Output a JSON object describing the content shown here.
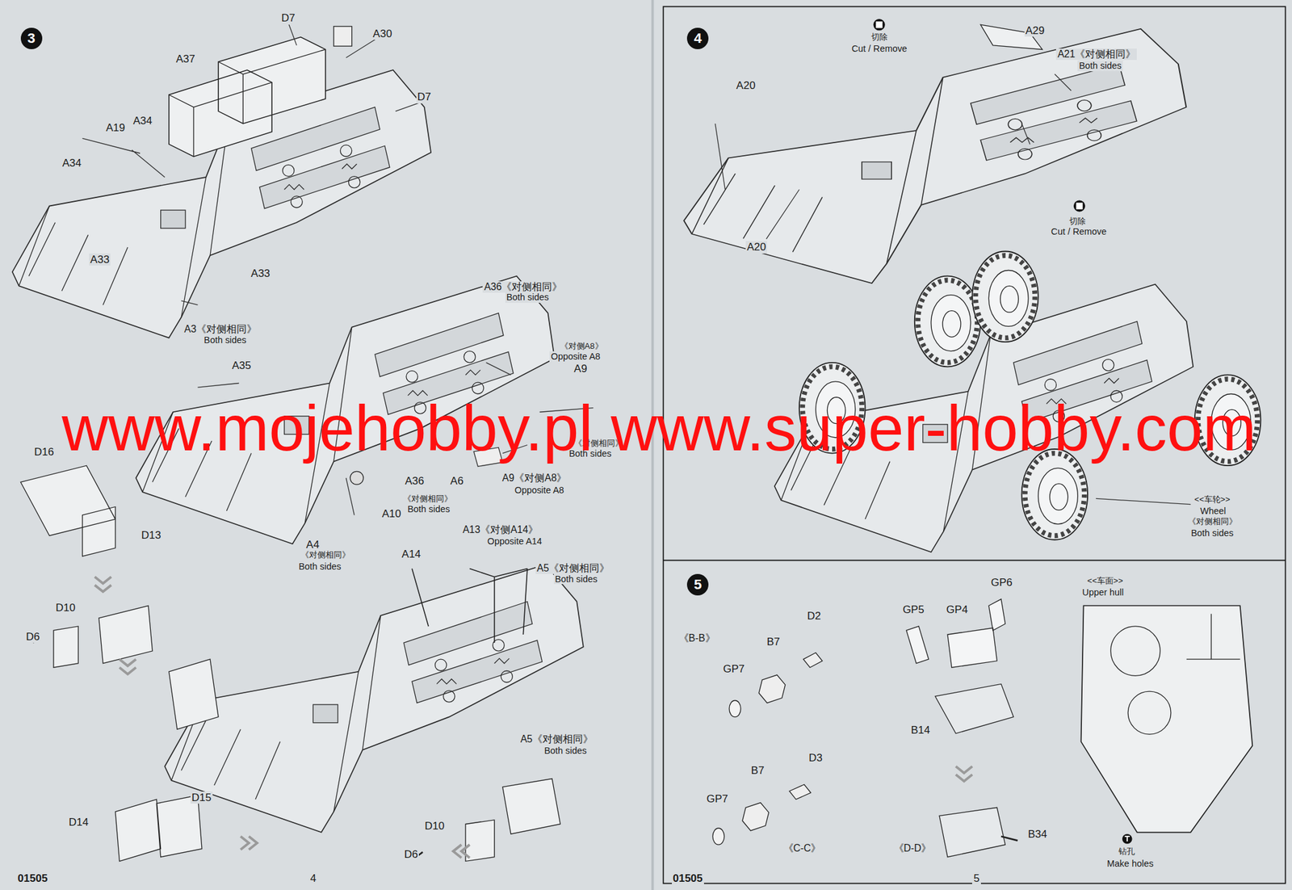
{
  "diagram": {
    "nodes": [
      {
        "text": [
          "3"
        ]
      },
      {
        "text": [
          "4"
        ]
      },
      {
        "text": [
          "5"
        ]
      }
    ],
    "labels": [
      "D7",
      "A30",
      "A37",
      "D7",
      "A19",
      "A34",
      "A34",
      "A33",
      "A33",
      "A3《对侧相同》",
      "Both sides",
      "A36《对侧相同》",
      "Both sides",
      "《对侧A8》",
      "Opposite A8",
      "A9",
      "A35",
      "《对侧相同》",
      "Both sides",
      "D16",
      "D13",
      "A36",
      "A6",
      "A9《对侧A8》",
      "Opposite A8",
      "《对侧相同》",
      "Both sides",
      "A10",
      "A4",
      "《对侧相同》",
      "Both sides",
      "A13《对侧A14》",
      "Opposite A14",
      "A14",
      "A5《对侧相同》",
      "Both sides",
      "D10",
      "D6",
      "A5《对侧相同》",
      "Both sides",
      "D15",
      "D14",
      "D10",
      "D6",
      "01505",
      "4",
      "切除",
      "Cut / Remove",
      "A29",
      "A21《对侧相同》",
      "Both sides",
      "A20",
      "A20",
      "切除",
      "Cut / Remove",
      "<<车轮>>",
      "Wheel",
      "《对侧相同》",
      "Both sides",
      "《B-B》",
      "D2",
      "B7",
      "GP7",
      "GP5",
      "GP4",
      "GP6",
      "B14",
      "<<车面>>",
      "Upper hull",
      "D3",
      "B7",
      "GP7",
      "《C-C》",
      "《D-D》",
      "B34",
      "钻孔",
      "Make holes",
      "01505",
      "5",
      "www.mojehobby.pl www.super-hobby.com"
    ]
  }
}
